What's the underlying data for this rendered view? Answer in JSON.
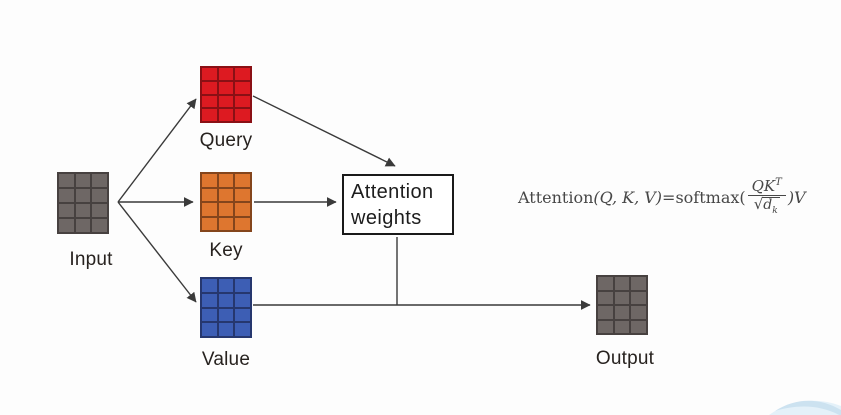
{
  "diagram": {
    "arrow_color": "#3a3a3a",
    "grid": {
      "cols": 3,
      "rows": 4
    },
    "nodes": {
      "input": {
        "label": "Input",
        "fill": "#6e6765",
        "line_color": "#474140"
      },
      "query": {
        "label": "Query",
        "fill": "#dd1a21",
        "line_color": "#8a1015"
      },
      "key": {
        "label": "Key",
        "fill": "#de762f",
        "line_color": "#84451c"
      },
      "value": {
        "label": "Value",
        "fill": "#3d5eb4",
        "line_color": "#26376e"
      },
      "output": {
        "label": "Output",
        "fill": "#6e6765",
        "line_color": "#474140"
      }
    },
    "attention_box": {
      "line1": "Attention",
      "line2": "weights"
    },
    "formula": {
      "fn_attention": "Attention",
      "args": "(Q, K, V)",
      "equals": " = ",
      "softmax_open": "softmax(",
      "numerator": "QK",
      "numerator_sup": "T",
      "radical": "√",
      "denominator": "d",
      "denominator_sub": "k",
      "suffix": ")V"
    },
    "watermark_colors": {
      "light": "#dceef8",
      "mid": "#bcd9ec"
    }
  }
}
